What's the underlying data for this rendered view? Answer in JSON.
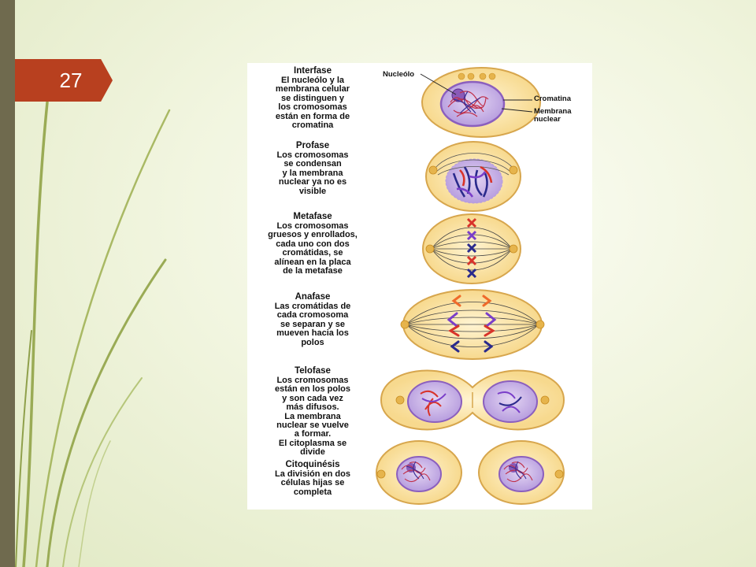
{
  "slide": {
    "page_number": "27"
  },
  "figure": {
    "phases": [
      {
        "title": "Interfase",
        "description": "El nucleólo y la\nmembrana celular\nse distinguen y\nlos cromosomas\nestán en forma de\ncromatina"
      },
      {
        "title": "Profase",
        "description": "Los cromosomas\nse condensan\ny la membrana\nnuclear ya no es\nvisible"
      },
      {
        "title": "Metafase",
        "description": "Los cromosomas\ngruesos y enrollados,\ncada uno con dos\ncromátidas, se\nalínean en la placa\nde la metafase"
      },
      {
        "title": "Anafase",
        "description": "Las cromátidas de\ncada cromosoma\nse separan y se\nmueven hacia los\npolos"
      },
      {
        "title": "Telofase",
        "description": "Los cromosomas\nestán en los polos\ny son cada vez\nmás difusos.\nLa membrana\nnuclear se vuelve\na formar.\nEl citoplasma se\ndivide"
      },
      {
        "title": "Citoquinésis",
        "description": "La división en dos\ncélulas hijas se\ncompleta"
      }
    ],
    "labels": {
      "nucleolo": "Nucleólo",
      "cromatina": "Cromatina",
      "membrana": "Membrana\nnuclear"
    },
    "colors": {
      "cell_fill": "#fbe7b0",
      "cell_outline": "#d7a64d",
      "nucleus_fill": "#cdb6e6",
      "chromosome_red": "#d8332a",
      "chromosome_purple": "#7a3ec9",
      "chromosome_navy": "#2a2a8c",
      "chromosome_orange": "#ef6a2a"
    }
  }
}
